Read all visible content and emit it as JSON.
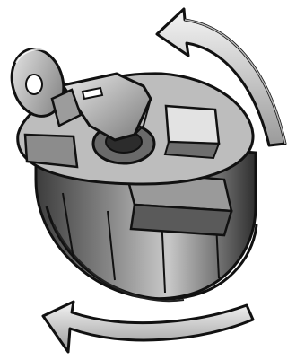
{
  "illustration": {
    "subject": "lock-cylinder-with-key",
    "rotation_arrows": [
      "counterclockwise-top-arrow",
      "counterclockwise-bottom-arrow"
    ],
    "colors": {
      "outline": "#111111",
      "dark": "#4a4a4a",
      "mid": "#8c8c8c",
      "light": "#d2d2d2",
      "highlight": "#f2f2f2",
      "background": "#ffffff"
    }
  }
}
